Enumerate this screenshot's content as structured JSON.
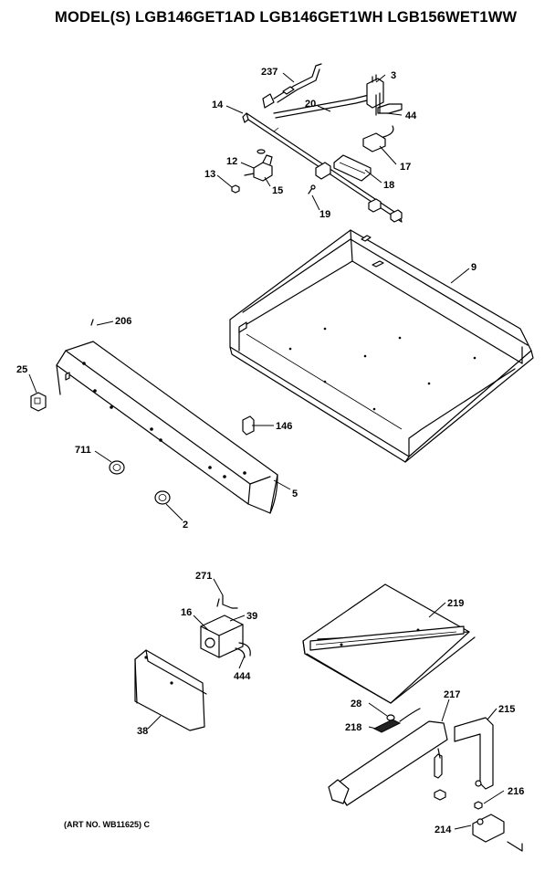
{
  "header": {
    "title": "MODEL(S) LGB146GET1AD  LGB146GET1WH  LGB156WET1WW"
  },
  "footer": {
    "art_number": "(ART NO. WB11625) C"
  },
  "callouts": {
    "p237": "237",
    "p3": "3",
    "p14": "14",
    "p20": "20",
    "p44": "44",
    "p17": "17",
    "p12": "12",
    "p13": "13",
    "p15": "15",
    "p18": "18",
    "p19": "19",
    "p9": "9",
    "p206": "206",
    "p25": "25",
    "p146": "146",
    "p711": "711",
    "p5": "5",
    "p2": "2",
    "p271": "271",
    "p16": "16",
    "p39": "39",
    "p444": "444",
    "p38": "38",
    "p219": "219",
    "p28": "28",
    "p217": "217",
    "p218": "218",
    "p215": "215",
    "p216": "216",
    "p214": "214"
  }
}
